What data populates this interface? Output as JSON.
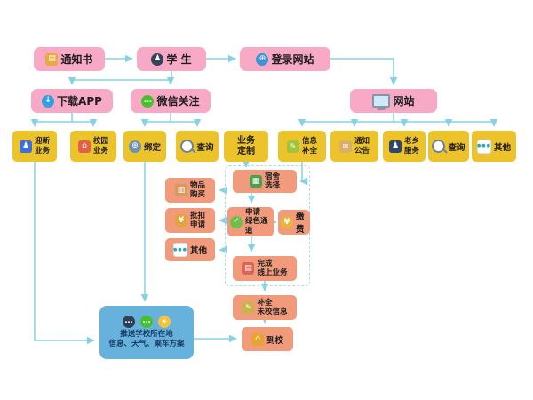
{
  "colors": {
    "pink_box": "#f8a9c5",
    "yellow_box": "#edc32c",
    "orange_box": "#f19b7c",
    "blue_panel": "#66b2dc",
    "arrow": "#85d2e6"
  },
  "nodes": {
    "notice": {
      "label": "通知书"
    },
    "student": {
      "label": "学 生"
    },
    "login_site": {
      "label": "登录网站"
    },
    "download_app": {
      "label": "下载APP"
    },
    "wechat_follow": {
      "label": "微信关注"
    },
    "website": {
      "label": "网站"
    },
    "welcome_biz": {
      "line1": "迎新",
      "line2": "业务"
    },
    "campus_biz": {
      "line1": "校园",
      "line2": "业务"
    },
    "bind": {
      "label": "绑定"
    },
    "query1": {
      "label": "查询"
    },
    "biz_custom": {
      "line1": "业务",
      "line2": "定制"
    },
    "info_complete": {
      "line1": "信息",
      "line2": "补全"
    },
    "notice_announce": {
      "line1": "通知",
      "line2": "公告"
    },
    "hometown_service": {
      "line1": "老乡",
      "line2": "服务"
    },
    "query2": {
      "label": "查询"
    },
    "other1": {
      "label": "其他"
    },
    "item_purchase": {
      "line1": "物品",
      "line2": "购买"
    },
    "batch_deduct": {
      "line1": "批扣",
      "line2": "申请"
    },
    "other2": {
      "label": "其他"
    },
    "dorm_select": {
      "line1": "宿舍",
      "line2": "选择"
    },
    "green_channel": {
      "line1": "申请",
      "line2": "绿色通道"
    },
    "pay": {
      "label": "缴费"
    },
    "finish_online": {
      "line1": "完成",
      "line2": "线上业务"
    },
    "complete_info": {
      "line1": "补全",
      "line2": "未校信息"
    },
    "arrive": {
      "label": "到校"
    },
    "push_panel": {
      "line1": "推送学校所在地",
      "line2": "信息、天气、乘车方案"
    }
  },
  "icons": {
    "document": "▤",
    "student": "♟",
    "globe": "⊕",
    "download": "↓",
    "wechat": "…",
    "person": "♟",
    "campus": "⌂",
    "pencil": "✎",
    "mail": "✉",
    "people": "♟",
    "dots": "●●●",
    "box": "▥",
    "yuan": "¥",
    "building": "▦",
    "check": "✓",
    "moneybag": "¥",
    "card": "▤",
    "school": "⌂",
    "chat": "…",
    "sun": "☀"
  }
}
